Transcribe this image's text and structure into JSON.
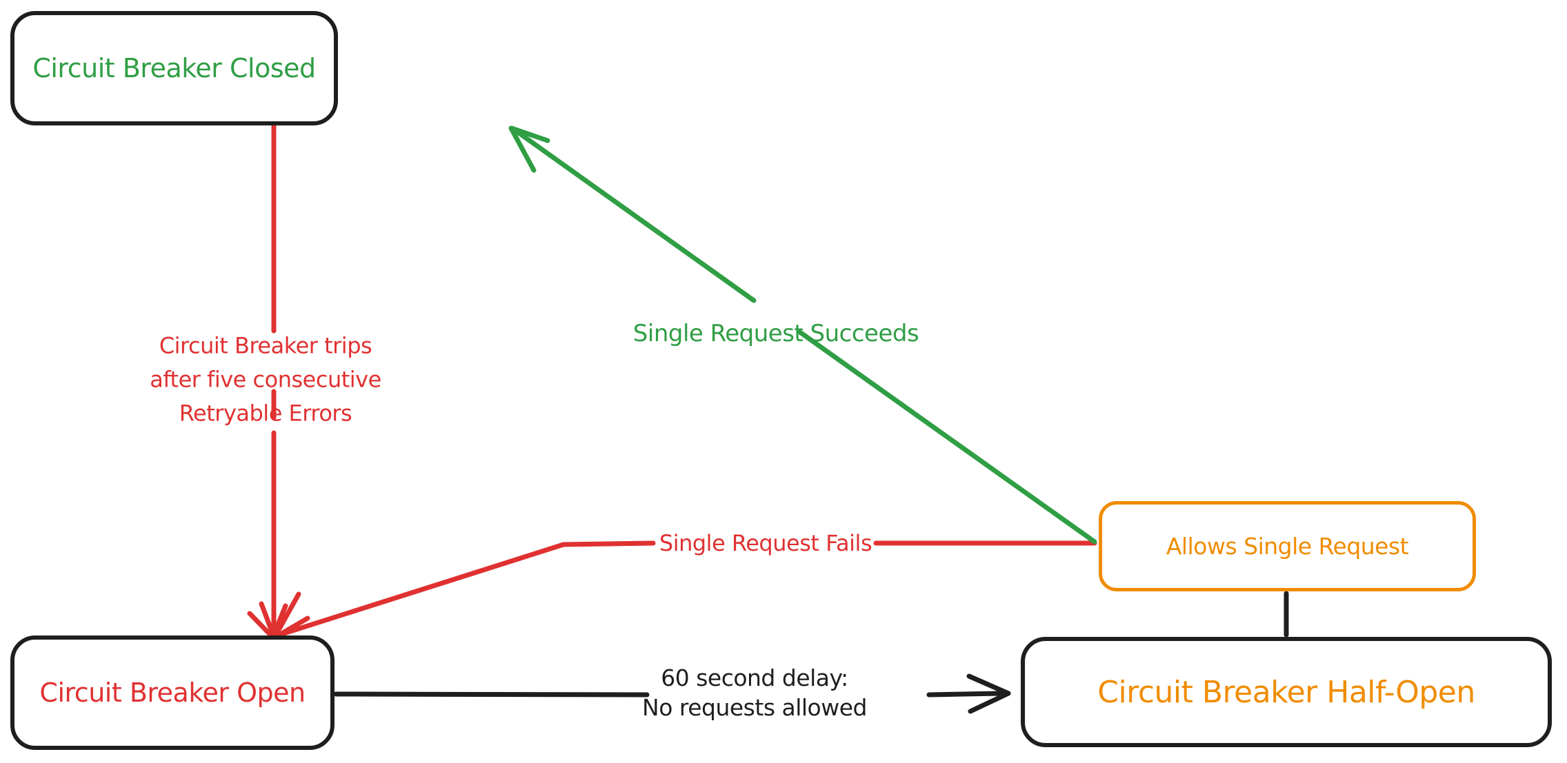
{
  "diagram": {
    "kind": "circuit-breaker-state-diagram",
    "nodes": {
      "closed": {
        "label": "Circuit Breaker Closed"
      },
      "open": {
        "label": "Circuit Breaker Open"
      },
      "half_open": {
        "label": "Circuit Breaker Half-Open"
      },
      "allows": {
        "label": "Allows Single Request"
      }
    },
    "edges": {
      "trip": {
        "from": "closed",
        "to": "open",
        "label_lines": [
          "Circuit Breaker trips",
          "after five consecutive",
          "Retryable Errors"
        ]
      },
      "succeed": {
        "from": "allows",
        "to": "closed",
        "label": "Single Request Succeeds"
      },
      "fail": {
        "from": "allows",
        "to": "open",
        "label": "Single Request Fails"
      },
      "delay": {
        "from": "open",
        "to": "half_open",
        "label_lines": [
          "60 second delay:",
          "No requests allowed"
        ]
      },
      "connector": {
        "from": "half_open",
        "to": "allows",
        "label": ""
      }
    }
  },
  "colors": {
    "closed": "#2f9e44",
    "open": "#e03131",
    "half": "#f08c00",
    "neutral": "#1e1e1e",
    "bg": "#ffffff"
  }
}
